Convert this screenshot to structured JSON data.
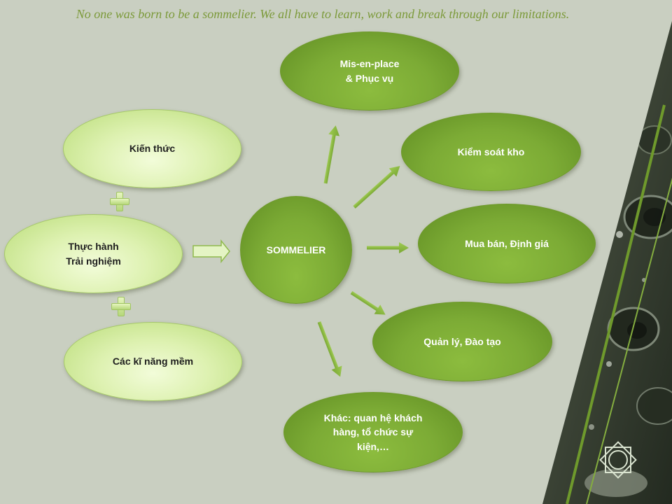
{
  "quote": "No one was born to be a sommelier. We all have to learn, work and break through our limitations.",
  "center": "SOMMELIER",
  "inputs": {
    "knowledge": "Kiến thức",
    "practice": "Thực hành\nTrải nghiệm",
    "soft_skills": "Các kĩ năng mềm"
  },
  "outputs": {
    "mise_en_place": "Mis-en-place\n& Phục vụ",
    "inventory": "Kiểm soát kho",
    "purchasing": "Mua bán, Định giá",
    "management": "Quản lý, Đào tạo",
    "other": "Khác: quan hệ khách\nhàng, tổ chức sự\nkiện,…"
  },
  "colors": {
    "background": "#c9cfc1",
    "accent_green": "#7cab35",
    "light_green": "#ddf1b0",
    "quote_text": "#7c9a3a"
  },
  "icons": [
    "plus-icon",
    "arrow-right-icon",
    "diamond-emblem-icon"
  ]
}
